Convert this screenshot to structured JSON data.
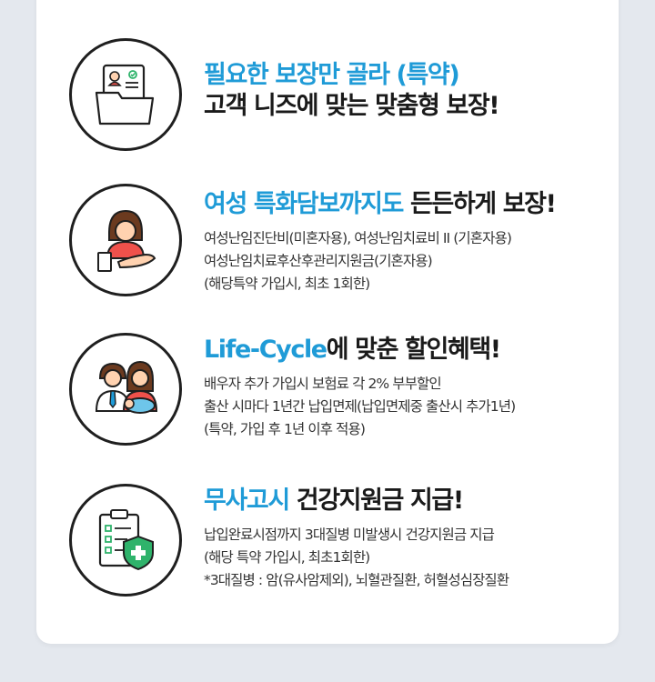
{
  "colors": {
    "accent": "#1f9bd7",
    "accent_light": "#6ec6ea",
    "red": "#f0514b",
    "green": "#2fb36b",
    "skin": "#ffd2b0",
    "hair": "#6b3a1f",
    "background": "#e4e8ee"
  },
  "items": [
    {
      "icon": "document-folder-icon",
      "title_blue": "필요한 보장만 골라 (특약)",
      "title_dark": "고객 니즈에 맞는 맞춤형 보장!",
      "lines": []
    },
    {
      "icon": "woman-care-icon",
      "title_blue": "여성 특화담보까지도",
      "title_dark": "든든하게 보장!",
      "lines": [
        "여성난임진단비(미혼자용), 여성난임치료비 II (기혼자용)",
        "여성난임치료후산후관리지원금(기혼자용)",
        "(해당특약 가입시, 최초 1회한)"
      ]
    },
    {
      "icon": "family-icon",
      "title_blue": "Life-Cycle",
      "title_dark": "에 맞춘 할인혜택!",
      "lines": [
        "배우자 추가 가입시 보험료 각 2% 부부할인",
        "출산 시마다 1년간 납입면제(납입면제중 출산시 추가1년)",
        "(특약, 가입 후 1년 이후 적용)"
      ]
    },
    {
      "icon": "health-clipboard-icon",
      "title_blue": "무사고시",
      "title_dark": "건강지원금 지급!",
      "lines": [
        "납입완료시점까지 3대질병 미발생시 건강지원금 지급",
        "(해당 특약 가입시, 최초1회한)",
        "*3대질병 : 암(유사암제외), 뇌혈관질환, 허혈성심장질환"
      ]
    }
  ]
}
